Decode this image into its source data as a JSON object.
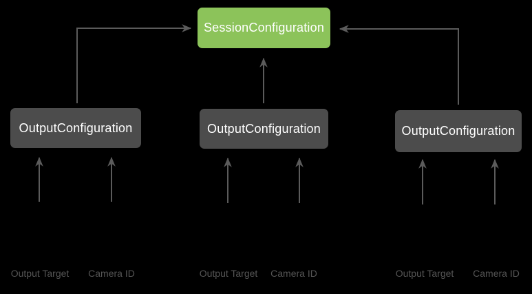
{
  "diagram": {
    "background_color": "#000000",
    "session_node": {
      "label": "SessionConfiguration",
      "color": "#8CC35A",
      "text_color": "#FFFFFF"
    },
    "output_nodes": [
      {
        "label": "OutputConfiguration"
      },
      {
        "label": "OutputConfiguration"
      },
      {
        "label": "OutputConfiguration"
      }
    ],
    "output_node_color": "#4C4C4C",
    "input_labels": [
      "Output Target",
      "Camera ID",
      "Output Target",
      "Camera ID",
      "Output Target",
      "Camera ID"
    ],
    "arrow_color": "#5B5B5B",
    "label_color": "#555555"
  }
}
